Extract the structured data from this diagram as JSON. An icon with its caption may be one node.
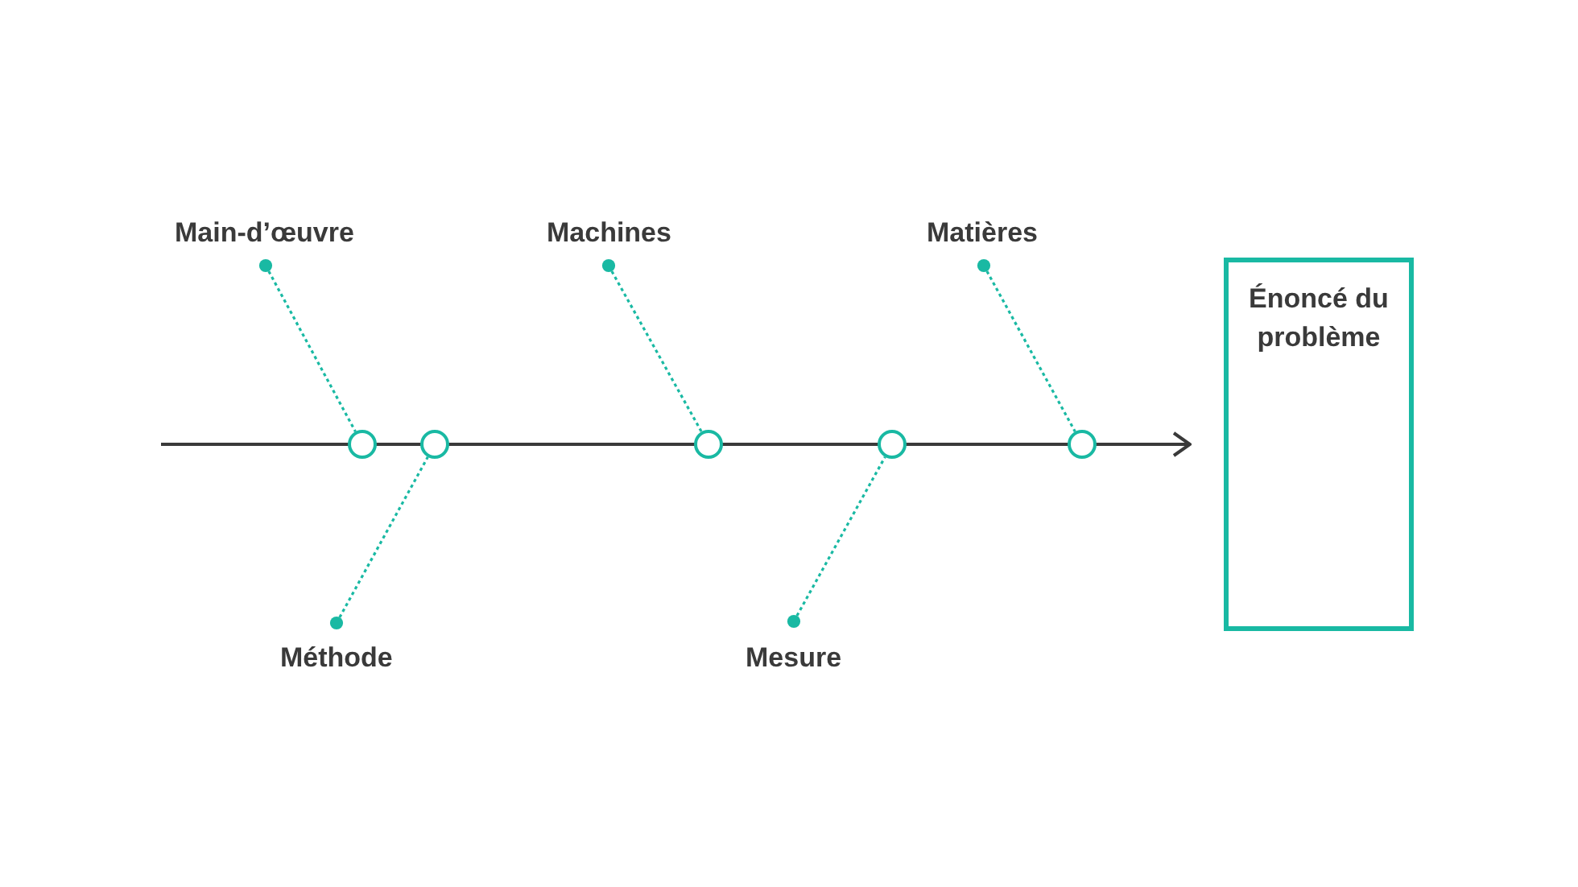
{
  "diagram": {
    "nodes": [
      {
        "text": [
          "Main-d’œuvre"
        ]
      },
      {
        "text": [
          "Machines"
        ]
      },
      {
        "text": [
          "Matières"
        ]
      },
      {
        "text": [],
        "shape": "circle"
      },
      {
        "text": [],
        "shape": "circle"
      },
      {
        "text": [],
        "shape": "circle"
      },
      {
        "text": [],
        "shape": "circle"
      },
      {
        "text": [],
        "shape": "circle"
      },
      {
        "text": [
          "Énoncé du problème"
        ]
      },
      {
        "text": [
          "Méthode"
        ]
      },
      {
        "text": [
          "Mesure"
        ]
      }
    ],
    "edges": [
      {
        "from": 0,
        "to": 3,
        "arrow": "other",
        "style": "dashed"
      },
      {
        "from": 1,
        "to": 5,
        "arrow": "other",
        "style": "dashed"
      },
      {
        "from": 2,
        "to": 7,
        "arrow": "other",
        "style": "dashed"
      },
      {
        "from": 9,
        "to": 4,
        "arrow": "other",
        "style": "dashed"
      },
      {
        "from": 10,
        "to": 6,
        "arrow": "other",
        "style": "dashed"
      },
      {
        "from": null,
        "to": 8,
        "arrow": "to",
        "color": "#3a3a3a"
      }
    ]
  }
}
